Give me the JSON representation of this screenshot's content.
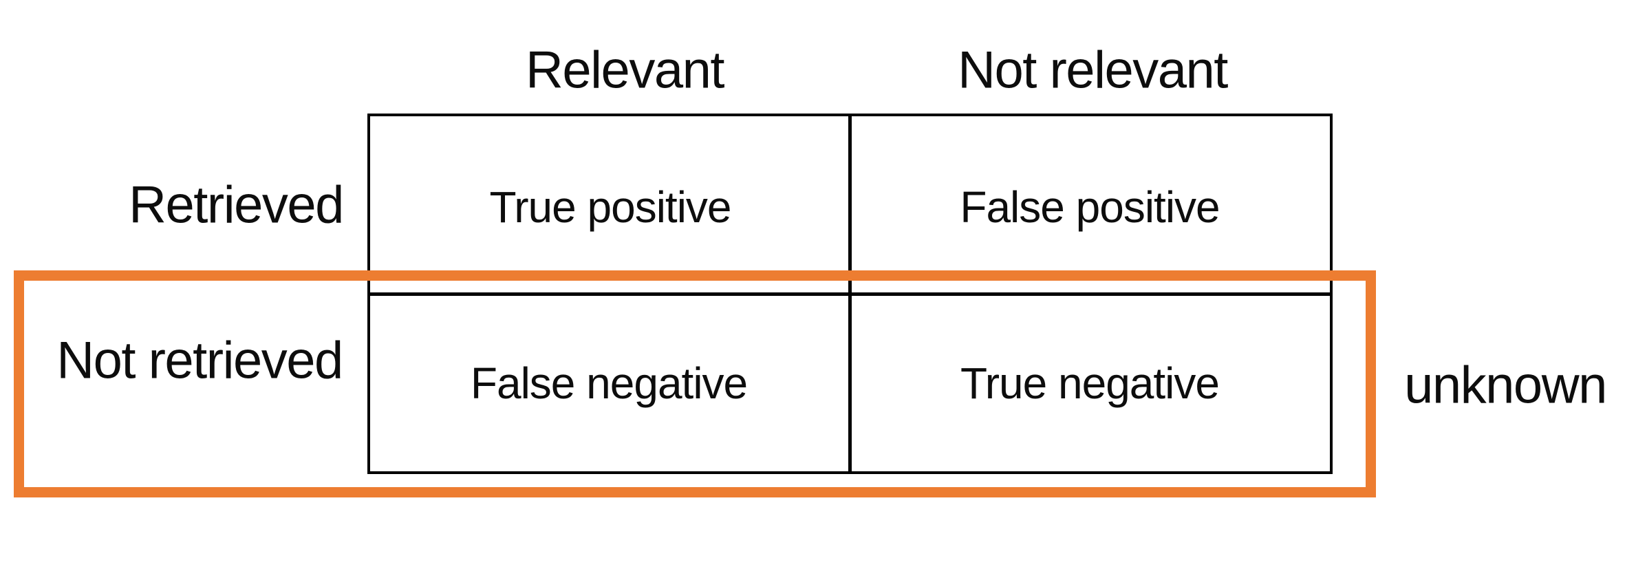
{
  "diagram": {
    "type": "confusion-matrix",
    "col_headers": [
      "Relevant",
      "Not relevant"
    ],
    "row_headers": [
      "Retrieved",
      "Not retrieved"
    ],
    "cells": [
      [
        "True positive",
        "False positive"
      ],
      [
        "False negative",
        "True negative"
      ]
    ],
    "annotation": "unknown",
    "colors": {
      "highlight": "#ED7D31",
      "line": "#000000",
      "text": "#0D0D0D",
      "background": "#FFFFFF"
    }
  }
}
